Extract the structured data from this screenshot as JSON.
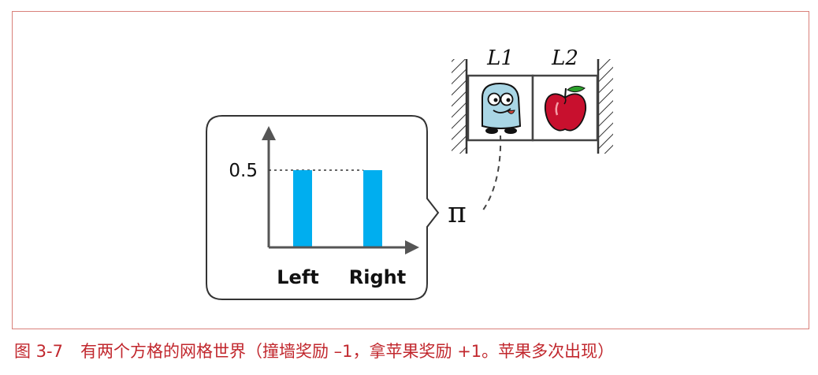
{
  "caption": {
    "number": "图 3-7",
    "text": "有两个方格的网格世界（撞墙奖励 –1，拿苹果奖励 +1。苹果多次出现）"
  },
  "grid": {
    "cells": [
      {
        "label": "L1",
        "content": "robot-character"
      },
      {
        "label": "L2",
        "content": "apple"
      }
    ]
  },
  "policy": {
    "symbol": "π"
  },
  "chart_data": {
    "type": "bar",
    "categories": [
      "Left",
      "Right"
    ],
    "values": [
      0.5,
      0.5
    ],
    "yticks": [
      0.5
    ],
    "ytick_labels": [
      "0.5"
    ]
  },
  "colors": {
    "bar": "#00aeef",
    "frame": "#d9807a",
    "caption": "#c1272d",
    "robot_body": "#a9d6e5",
    "apple": "#c8102e",
    "leaf": "#2ca02c"
  }
}
